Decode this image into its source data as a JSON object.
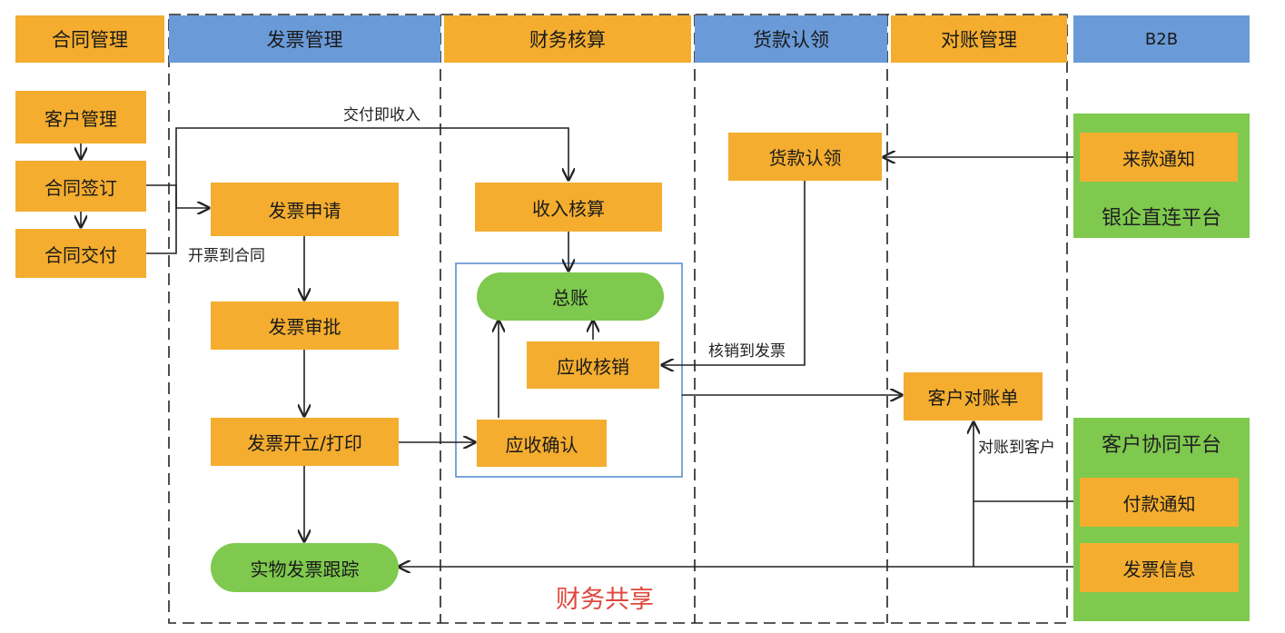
{
  "columns": {
    "contract": "合同管理",
    "invoice": "发票管理",
    "finance": "财务核算",
    "payment": "货款认领",
    "reconcile": "对账管理",
    "b2b": "B2B"
  },
  "contract_boxes": {
    "customer": "客户管理",
    "sign": "合同签订",
    "deliver": "合同交付"
  },
  "invoice_boxes": {
    "apply": "发票申请",
    "approve": "发票审批",
    "issue": "发票开立/打印",
    "track": "实物发票跟踪"
  },
  "finance_boxes": {
    "revenue": "收入核算",
    "ledger": "总账",
    "writeoff": "应收核销",
    "confirm": "应收确认"
  },
  "payment_boxes": {
    "claim": "货款认领"
  },
  "reconcile_boxes": {
    "statement": "客户对账单"
  },
  "b2b_panels": {
    "bank_platform": "银企直连平台",
    "bank_notice": "来款通知",
    "customer_platform": "客户协同平台",
    "payment_notice": "付款通知",
    "invoice_info": "发票信息"
  },
  "labels": {
    "deliver_revenue": "交付即收入",
    "invoice_to_contract": "开票到合同",
    "writeoff_to_invoice": "核销到发票",
    "reconcile_to_customer": "对账到客户",
    "shared_finance": "财务共享"
  },
  "colors": {
    "orange": "#f4ad2f",
    "blue": "#6a9bd8",
    "green": "#7ec94e",
    "frame_blue": "#5b8fd0",
    "title_red": "#e0463c"
  }
}
